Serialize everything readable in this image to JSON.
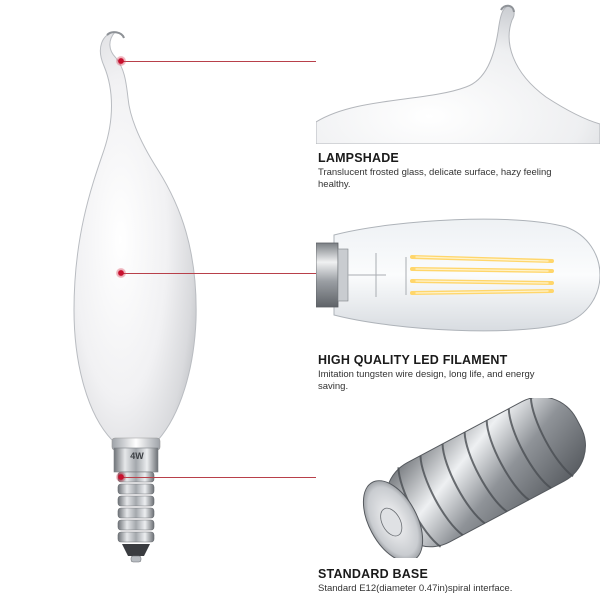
{
  "features": [
    {
      "title": "LAMPSHADE",
      "description": "Translucent frosted glass, delicate surface, hazy feeling healthy."
    },
    {
      "title": "HIGH QUALITY LED FILAMENT",
      "description": "Imitation tungsten wire design, long life, and energy saving."
    },
    {
      "title": "STANDARD BASE",
      "description": "Standard E12(diameter 0.47in)spiral interface."
    }
  ],
  "bulb_marking": "4W",
  "colors": {
    "callout_line": "#b8404a",
    "callout_dot": "#c8102e",
    "filament": "#ffd66b"
  }
}
